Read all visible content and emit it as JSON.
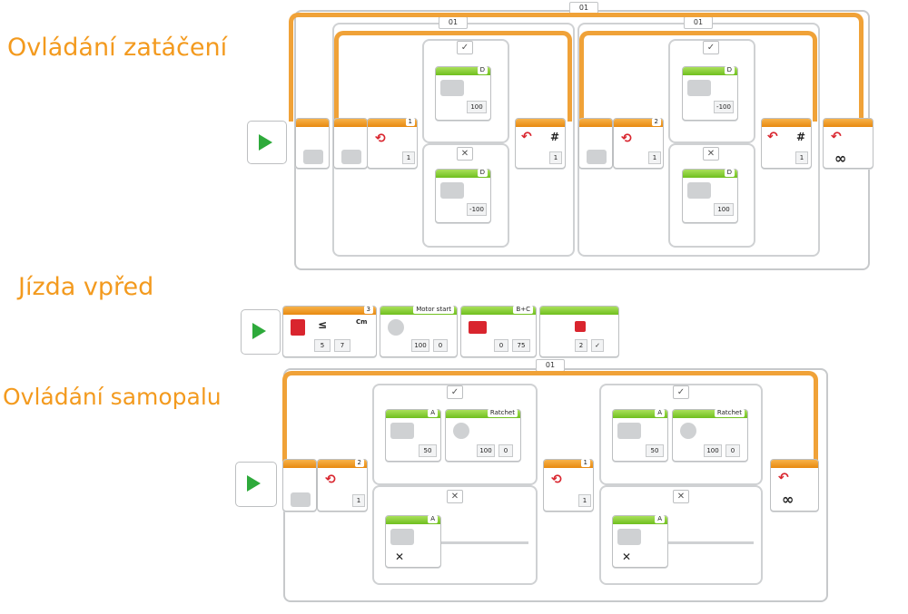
{
  "section_titles": {
    "turning": "Ovládání zatáčení",
    "forward": "Jízda vpřed",
    "gun": "Ovládání samopalu"
  },
  "loop_labels": {
    "outer_top": "01",
    "turn_left": "01",
    "turn_right": "01",
    "gun_outer": "01"
  },
  "turning_program": {
    "switch1_port": "1",
    "switch2_port": "2",
    "switch1_value": "1",
    "switch2_value": "1",
    "case_true_symbol": "✓",
    "case_false_symbol": "✕",
    "motor_port": "D",
    "motor_power_a_true": "100",
    "motor_power_a_false": "-100",
    "motor_power_b_true": "-100",
    "motor_power_b_false": "100",
    "loop_count_symbol": "#",
    "loop_count_a": "1",
    "loop_count_b": "1",
    "infinite_symbol": "∞"
  },
  "forward_program": {
    "wait_port": "3",
    "wait_compare": "≤",
    "wait_units": "Cm",
    "wait_mode": "5",
    "wait_value": "7",
    "sound_label": "Motor start",
    "sound_volume": "100",
    "sound_play_type": "0",
    "steering_ports": "B+C",
    "steering_value": "0",
    "steering_power": "75",
    "light_mode": "2",
    "light_check": "✓"
  },
  "gun_program": {
    "switch1_port": "2",
    "switch1_value": "1",
    "switch2_port": "1",
    "switch2_value": "1",
    "case_true_symbol": "✓",
    "case_false_symbol": "✕",
    "motor_port": "A",
    "motor_power": "50",
    "sound_label": "Ratchet",
    "sound_volume": "100",
    "sound_play_type": "0",
    "infinite_symbol": "∞"
  }
}
